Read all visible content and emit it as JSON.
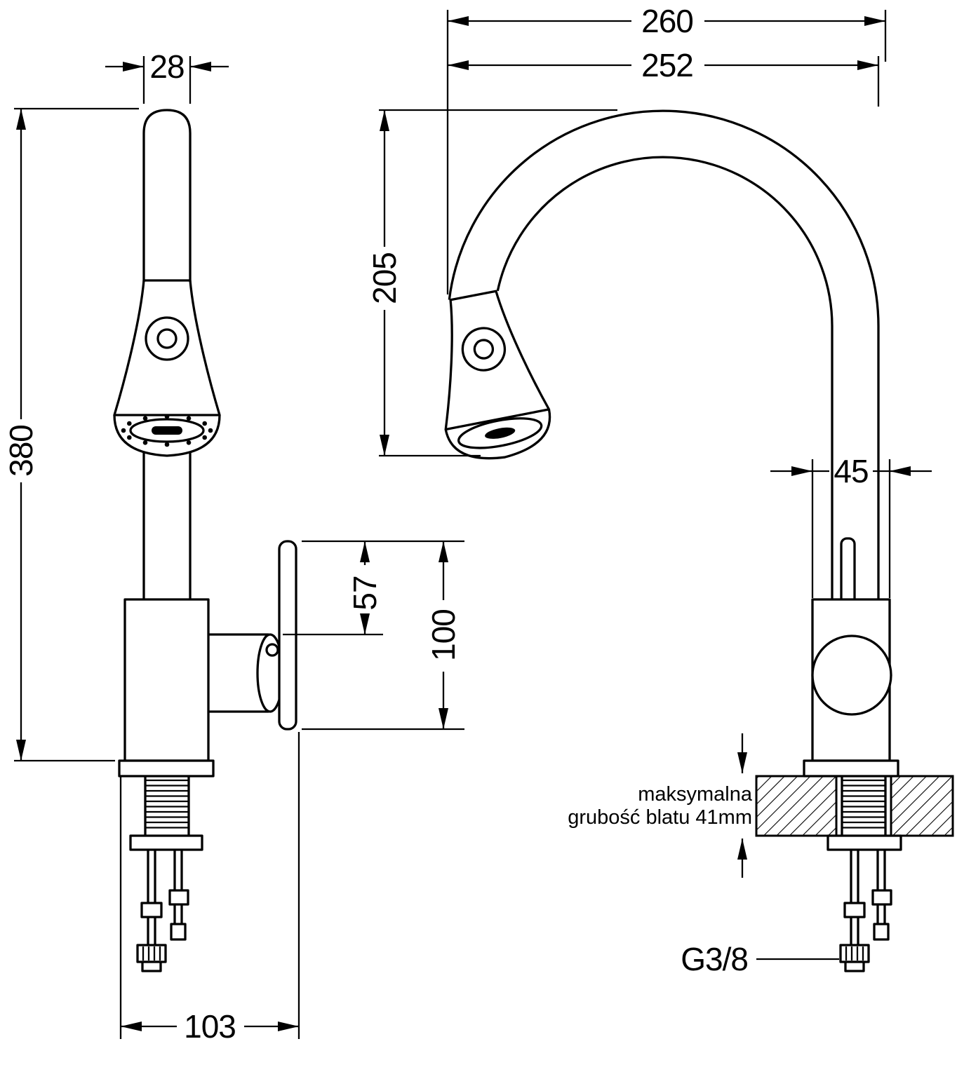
{
  "front_view": {
    "spout_pipe_width_mm": "28",
    "total_height_mm": "380",
    "handle_lever_offset_mm": "57",
    "handle_zone_height_mm": "100",
    "base_span_mm": "103"
  },
  "side_view": {
    "spout_reach_outer_mm": "260",
    "spout_reach_inner_mm": "252",
    "spout_clearance_mm": "205",
    "body_depth_mm": "45",
    "counter_note_line1": "maksymalna",
    "counter_note_line2": "grubość blatu 41mm",
    "supply_thread_label": "G3/8"
  },
  "colors": {
    "line": "#000000",
    "background": "#ffffff"
  }
}
